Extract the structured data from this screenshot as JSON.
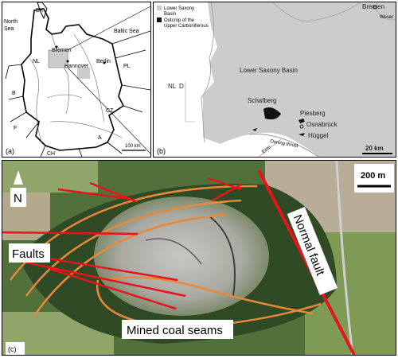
{
  "panel_a": {
    "tag": "(a)",
    "places": {
      "dk": "DK",
      "north_sea": [
        "North",
        "Sea"
      ],
      "baltic_sea": "Baltic Sea",
      "bremen": "Bremen",
      "hannover": "Hannover",
      "berlin": "Berlin",
      "nl": "NL",
      "pl": "PL",
      "b": "B",
      "cz": "CZ",
      "f": "F",
      "ch": "CH",
      "a": "A"
    },
    "scale": "100 km"
  },
  "panel_b": {
    "tag": "(b)",
    "legend": {
      "basin": [
        "Lower Saxony",
        "Basin"
      ],
      "outcrop": [
        "Outcrop of the",
        "Upper Carboniferous"
      ],
      "basin_color": "#cccccc",
      "outcrop_color": "#111111"
    },
    "places": {
      "bremen": "Bremen",
      "weser": "Weser",
      "basin": "Lower Saxony Basin",
      "nl": "NL",
      "d": "D",
      "schafberg": "Schafberg",
      "piesberg": "Piesberg",
      "osnabrueck": "Osnabrück",
      "hueggel": "Hüggel",
      "osning": "Osning thrust",
      "ems": "Ems"
    },
    "piesberg_color": "#d9281e",
    "scale": "20 km"
  },
  "panel_c": {
    "tag": "(c)",
    "north": "N",
    "scale": "200 m",
    "faults": "Faults",
    "normal_fault": "Normal fault",
    "coal_seams": "Mined coal seams",
    "fault_color": "#e8141b",
    "seam_color": "#e8893a"
  }
}
